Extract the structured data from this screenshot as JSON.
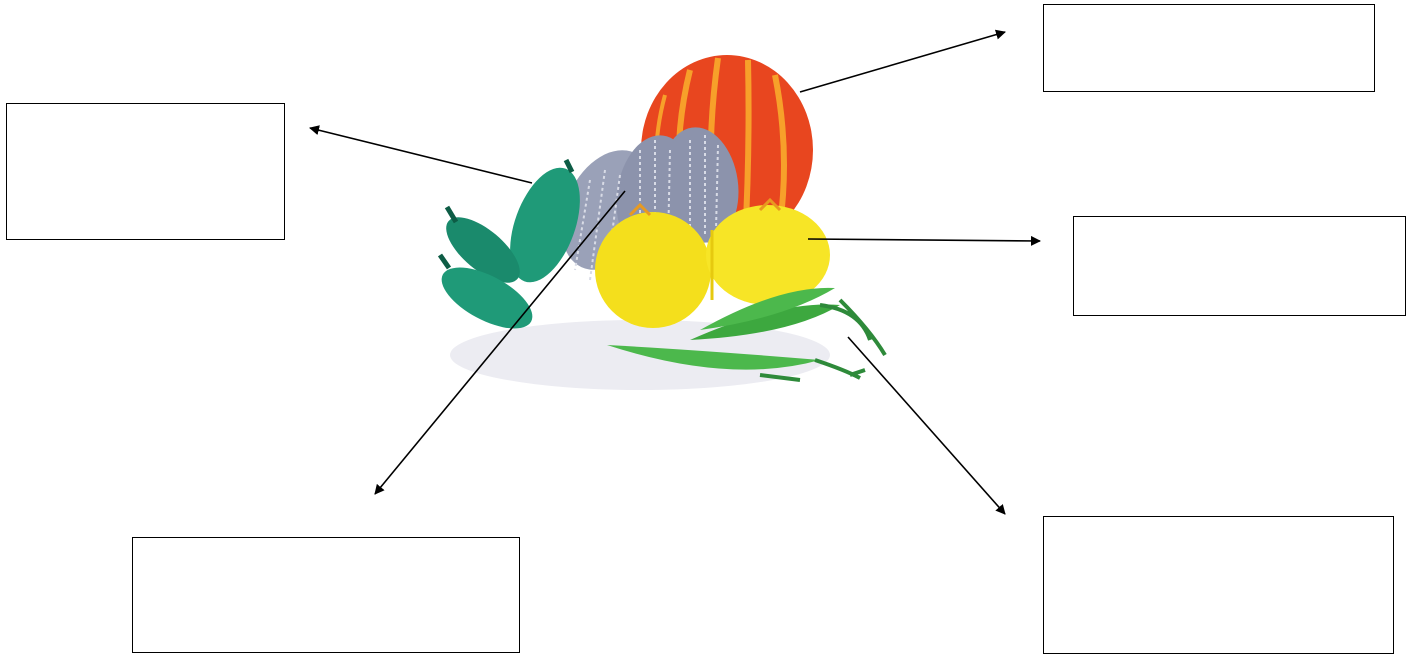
{
  "diagram": {
    "colors": {
      "line": "#000000",
      "pumpkin": "#e8461f",
      "pumpkin_stripe": "#f7a02a",
      "bitter_gourd": "#8c93ac",
      "eggplant": "#1f9a78",
      "yellow_fruit": "#f4df1c",
      "green_vegetable": "#4cb84c"
    },
    "illustration_items": [
      "pumpkin",
      "bitter-gourd",
      "eggplant",
      "yellow-fruit",
      "green-vegetable"
    ],
    "boxes": [
      {
        "id": "box-top-left",
        "text": ""
      },
      {
        "id": "box-top-right",
        "text": ""
      },
      {
        "id": "box-mid-right",
        "text": ""
      },
      {
        "id": "box-bottom-left",
        "text": ""
      },
      {
        "id": "box-bottom-right",
        "text": ""
      }
    ]
  }
}
